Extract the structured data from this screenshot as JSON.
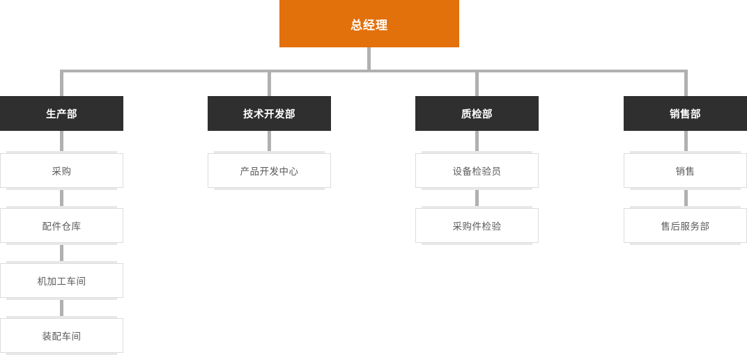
{
  "chart_title": "",
  "colors": {
    "root_bg": "#e2700b",
    "dept_bg": "#2f2f2f",
    "sub_bg": "#ffffff",
    "sub_border": "#dcdcdc",
    "sub_text": "#5a5a5a",
    "connector": "#b0b0b0",
    "page_bg": "#ffffff"
  },
  "root": {
    "label": "总经理"
  },
  "departments": [
    {
      "label": "生产部",
      "children": [
        {
          "label": "采购"
        },
        {
          "label": "配件仓库"
        },
        {
          "label": "机加工车间"
        },
        {
          "label": "装配车间"
        }
      ]
    },
    {
      "label": "技术开发部",
      "children": [
        {
          "label": "产品开发中心"
        }
      ]
    },
    {
      "label": "质检部",
      "children": [
        {
          "label": "设备检验员"
        },
        {
          "label": "采购件检验"
        }
      ]
    },
    {
      "label": "销售部",
      "children": [
        {
          "label": "销售"
        },
        {
          "label": "售后服务部"
        }
      ]
    }
  ]
}
